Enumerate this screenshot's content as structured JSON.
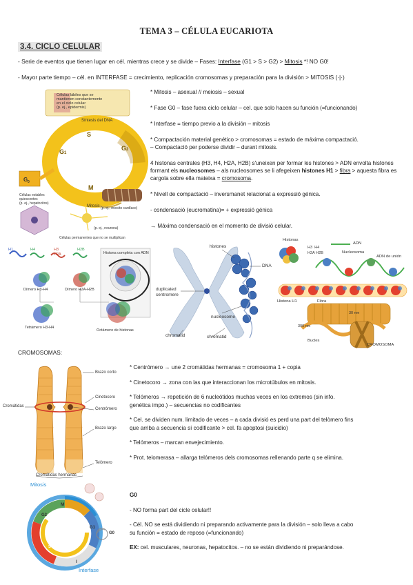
{
  "title": "TEMA 3 – CÉLULA EUCARIOTA",
  "section": "3.4. CICLO CELULAR",
  "intro": {
    "line1_pre": "- Serie de eventos que tienen lugar en cél. mientras crece y se divide – Fases: ",
    "line1_interfase": "Interfase",
    "line1_mid": " (G1 > S > G2) > ",
    "line1_mitosis": "Mitosis",
    "line1_post": "  *! NO G0!",
    "line2": "- Mayor parte tiempo – cél. en INTERFASE = crecimiento, replicación cromosomas y preparación para la división > MITOSIS (·|·)"
  },
  "cycle_notes": [
    "* Mitosis – asexual  // meiosis – sexual",
    "* Fase G0 – fase fuera ciclo celular – cel. que solo hacen su función (=funcionando)",
    "* Interfase = tiempo previo a la división – mitosis",
    "* Compactación material genético > cromosomas = estado de máxima compactació.",
    "– Compactació per poderse dividir – durant mitosis."
  ],
  "histones_note": {
    "p1": "4 histonas centrales (H3, H4, H2A, H2B) s'uneixen per formar les histones > ADN envolta histones formant els ",
    "nucleosomes": "nucleosomes",
    "p2": " – als nucleosomes se li afegeixen ",
    "h1": "histones H1",
    "p3": " > ",
    "fibra": "fibra",
    "p4": " > aquesta fibra es cargola sobre ella mateixa = ",
    "cromosoma": "cromosoma",
    "p5": "."
  },
  "compaction_notes": [
    "* Nivell de compactació – inversmanet relacionat a expressió génica.",
    "- condensació (eucromatina)= + expressió génica",
    "→ Máxima condensació en el momento de divisió celular."
  ],
  "cycle_figure": {
    "label_top": "Células lábiles que se mantienen constantemente en el ciclo celular (p. ej., epidermis)",
    "label_sintesis": "Síntesis del DNA",
    "label_mitosis": "Mitosis",
    "label_g0": "G0",
    "label_g1": "G1",
    "label_g2": "G2",
    "label_s": "S",
    "label_m": "M",
    "label_estables": "Células estables quiescentes (p. ej., hepatocitos)",
    "label_miocito": "(p. ej., miocito cardíaco)",
    "label_neurona": "(p. ej., neurona)",
    "label_permanentes": "Células permanentes que no se multiplican"
  },
  "histone_figure": {
    "labels": [
      "H1",
      "H4",
      "H3",
      "H2A",
      "H2B",
      "Dímero H3-H4",
      "Dímero H2A-H2B",
      "Tetrámero H3-H4",
      "Octámero de histonas",
      "Histona completa con ADN"
    ]
  },
  "chromatid_figure": {
    "histones": "histones",
    "dna": "DNA",
    "duplicated": "duplicated",
    "centromere": "centromere",
    "nucleosome": "nucleosome",
    "chromatid1": "chromatid",
    "chromatid2": "chromatid"
  },
  "nucleosome_figure": {
    "histonas": "Histonas",
    "h3": "H3",
    "h4": "H4",
    "h2a": "H2A",
    "h2b": "H2B",
    "adn": "ADN",
    "nucleosoma": "Nucleosoma",
    "adn_union": "ADN de unión",
    "h1": "Histona H1",
    "fibra": "Fibra",
    "nm30": "30 nm",
    "nm300": "300 nm",
    "bucles": "Bucles",
    "cromosoma": "CROMOSOMA"
  },
  "cromosomas_heading": "CROMOSOMAS:",
  "chromosome_figure": {
    "brazo_corto": "Brazo corto",
    "cinetocoro": "Cinetocoro",
    "centromero": "Centrómero",
    "cromatidas": "Cromátidas",
    "brazo_largo": "Brazo largo",
    "telomero": "Telómero",
    "hermanas": "Cromátidas hermanas"
  },
  "chromosome_notes": [
    "* Centrómero → une 2 cromátidas hermanas = cromosoma 1 + copia",
    "* Cinetocoro → zona con las que interaccionan los microtúbulos en mitosis.",
    "* Telómeros → repetición de 6 nucleótidos muchas veces en los extremos (sin info.",
    "genética impo.) – secuencias no codificantes",
    "* Cel. se dividen num. limitado de veces – a cada divisió es perd una part del telòmero fins",
    "que arriba a secuencia sí codificante > cel. fa apoptosi (suicidio)",
    "* Telómeros – marcan envejecimiento.",
    "* Prot. telomerasa – allarga telómeros dels cromosomas rellenando parte q se elimina."
  ],
  "g0_figure": {
    "mitosis": "Mitosis",
    "interfase": "Interfase",
    "m": "M",
    "g1": "G1",
    "g2": "G2",
    "s": "S",
    "g0": "G0",
    "i": "I"
  },
  "g0_section": {
    "heading": "G0",
    "l1": "- NO forma part del cicle celular!!",
    "l2": "- Cél. NO se está dividiendo ni preparando activamente para la división – solo lleva a cabo",
    "l3": "su función = estado de reposo  (=funcionando)",
    "ex_label": "EX:",
    "ex_text": " cel. musculares, neuronas, hepatocitos. – no se están dividiendo ni preparándose."
  },
  "colors": {
    "cycle_yellow": "#f3c21b",
    "g0_box": "#f0b020",
    "mitosis_blue": "#2a8fd4",
    "interfase_blue": "#5aa8e0",
    "s_red": "#e3402e",
    "g1_green": "#5ba35b",
    "g2_blue": "#4b7fc4",
    "m_gold": "#e7a11c",
    "chromosome_orange": "#f0b155",
    "chromatin_blue": "#2f5a9e"
  }
}
